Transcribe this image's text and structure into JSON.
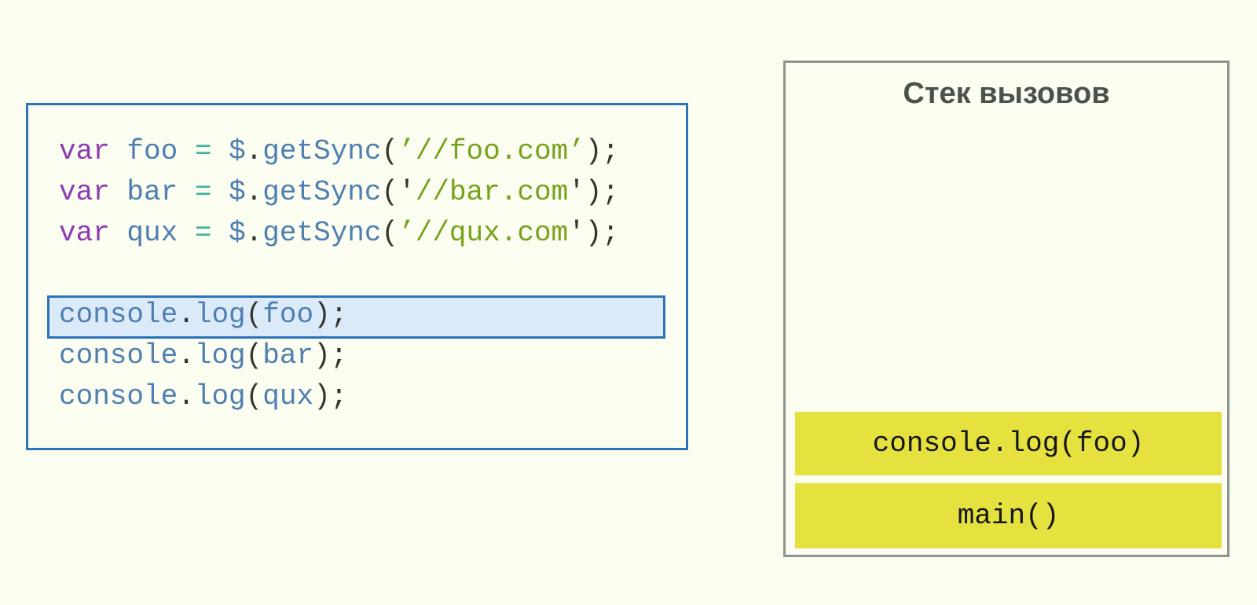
{
  "colors": {
    "background": "#fcfdf1",
    "code_border": "#2d73b7",
    "highlight_bg": "#dbeaf8",
    "keyword": "#8d3bb2",
    "identifier": "#4f7fb0",
    "operator": "#3db39e",
    "string": "#76a21c",
    "punctuation": "#35352f",
    "panel_border": "#8e938d",
    "title_color": "#4b514b",
    "frame_bg": "#e5e13f",
    "frame_text": "#161616"
  },
  "code_panel": {
    "lines": [
      {
        "tokens": [
          {
            "text": "var",
            "type": "kw"
          },
          {
            "text": " ",
            "type": "plain"
          },
          {
            "text": "foo",
            "type": "id"
          },
          {
            "text": " ",
            "type": "plain"
          },
          {
            "text": "=",
            "type": "op"
          },
          {
            "text": " ",
            "type": "plain"
          },
          {
            "text": "$",
            "type": "id"
          },
          {
            "text": ".",
            "type": "punc"
          },
          {
            "text": "getSync",
            "type": "id"
          },
          {
            "text": "(",
            "type": "punc"
          },
          {
            "text": "’//foo.com’",
            "type": "str"
          },
          {
            "text": ");",
            "type": "punc"
          }
        ]
      },
      {
        "tokens": [
          {
            "text": "var",
            "type": "kw"
          },
          {
            "text": " ",
            "type": "plain"
          },
          {
            "text": "bar",
            "type": "id"
          },
          {
            "text": " ",
            "type": "plain"
          },
          {
            "text": "=",
            "type": "op"
          },
          {
            "text": " ",
            "type": "plain"
          },
          {
            "text": "$",
            "type": "id"
          },
          {
            "text": ".",
            "type": "punc"
          },
          {
            "text": "getSync",
            "type": "id"
          },
          {
            "text": "('",
            "type": "punc"
          },
          {
            "text": "//bar.com",
            "type": "str"
          },
          {
            "text": "');",
            "type": "punc"
          }
        ]
      },
      {
        "tokens": [
          {
            "text": "var",
            "type": "kw"
          },
          {
            "text": " ",
            "type": "plain"
          },
          {
            "text": "qux",
            "type": "id"
          },
          {
            "text": " ",
            "type": "plain"
          },
          {
            "text": "=",
            "type": "op"
          },
          {
            "text": " ",
            "type": "plain"
          },
          {
            "text": "$",
            "type": "id"
          },
          {
            "text": ".",
            "type": "punc"
          },
          {
            "text": "getSync",
            "type": "id"
          },
          {
            "text": "(",
            "type": "punc"
          },
          {
            "text": "’//qux.com",
            "type": "str"
          },
          {
            "text": "');",
            "type": "punc"
          }
        ]
      },
      {
        "tokens": [
          {
            "text": "console",
            "type": "id"
          },
          {
            "text": ".",
            "type": "punc"
          },
          {
            "text": "log",
            "type": "id"
          },
          {
            "text": "(",
            "type": "punc"
          },
          {
            "text": "foo",
            "type": "id"
          },
          {
            "text": ");",
            "type": "punc"
          }
        ]
      },
      {
        "tokens": [
          {
            "text": "console",
            "type": "id"
          },
          {
            "text": ".",
            "type": "punc"
          },
          {
            "text": "log",
            "type": "id"
          },
          {
            "text": "(",
            "type": "punc"
          },
          {
            "text": "bar",
            "type": "id"
          },
          {
            "text": ");",
            "type": "punc"
          }
        ]
      },
      {
        "tokens": [
          {
            "text": "console",
            "type": "id"
          },
          {
            "text": ".",
            "type": "punc"
          },
          {
            "text": "log",
            "type": "id"
          },
          {
            "text": "(",
            "type": "punc"
          },
          {
            "text": "qux",
            "type": "id"
          },
          {
            "text": ");",
            "type": "punc"
          }
        ]
      }
    ]
  },
  "call_stack": {
    "title": "Стек вызовов",
    "frames": [
      {
        "label": "console.log(foo)"
      },
      {
        "label": "main()"
      }
    ]
  }
}
